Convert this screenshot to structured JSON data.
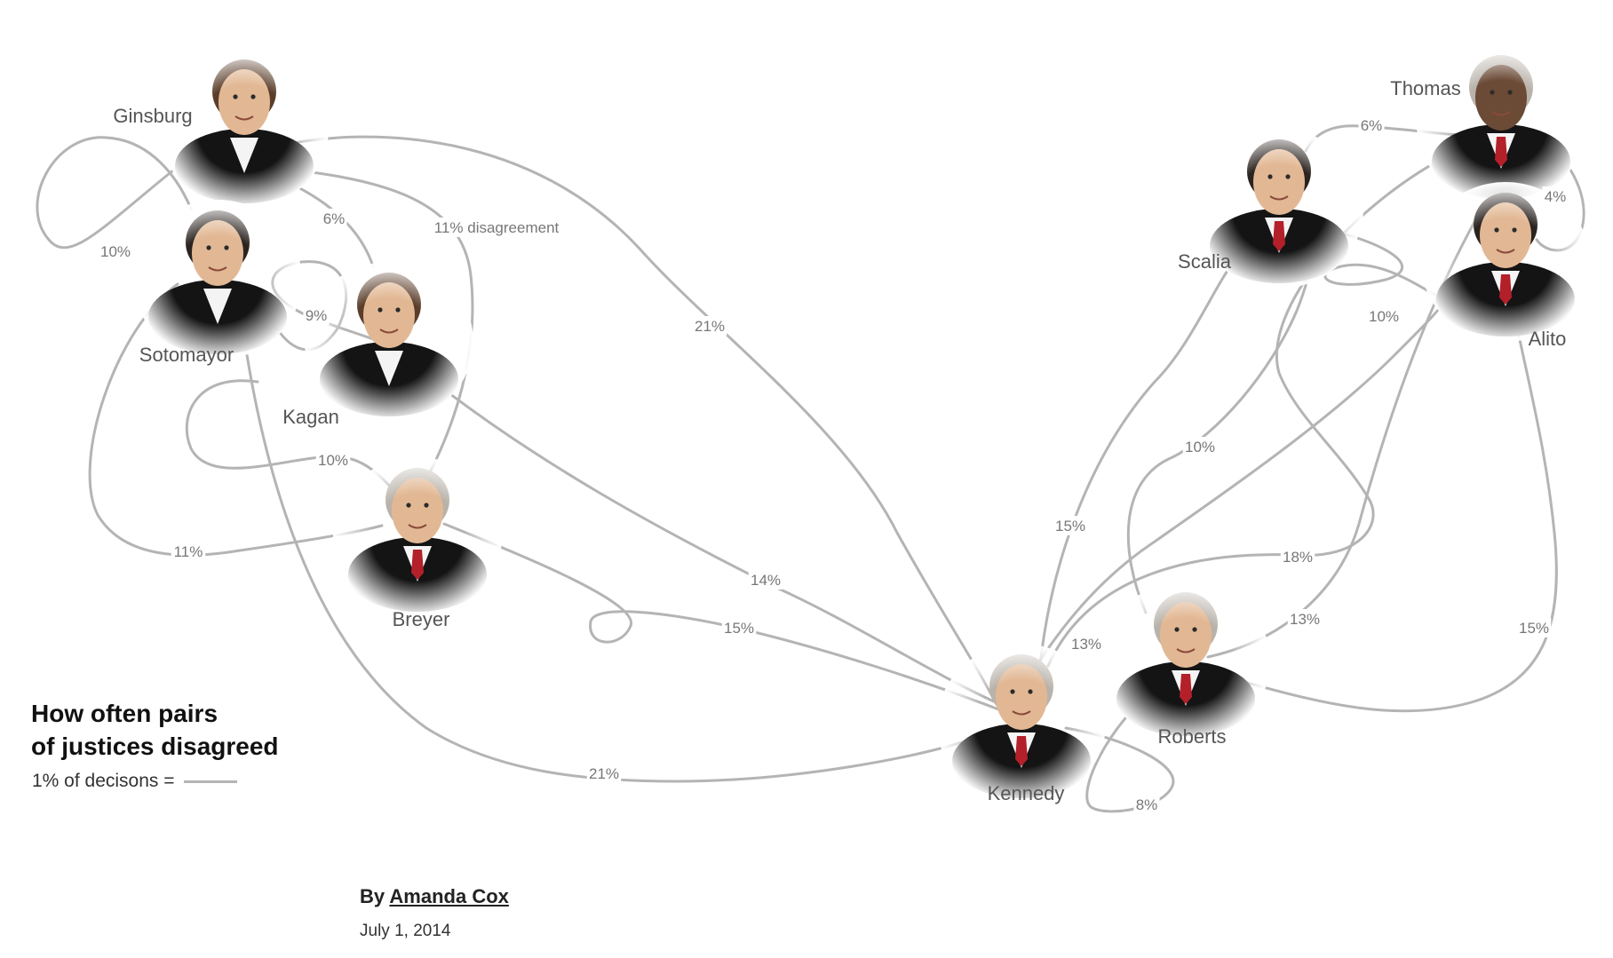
{
  "legend": {
    "title_line1": "How often pairs",
    "title_line2": "of justices disagreed",
    "scale": "1% of decisons ="
  },
  "byline": {
    "prefix": "By",
    "author": "Amanda Cox",
    "date": "July 1, 2014"
  },
  "justices": [
    {
      "id": "ginsburg",
      "name": "Ginsburg"
    },
    {
      "id": "sotomayor",
      "name": "Sotomayor"
    },
    {
      "id": "kagan",
      "name": "Kagan"
    },
    {
      "id": "breyer",
      "name": "Breyer"
    },
    {
      "id": "kennedy",
      "name": "Kennedy"
    },
    {
      "id": "roberts",
      "name": "Roberts"
    },
    {
      "id": "scalia",
      "name": "Scalia"
    },
    {
      "id": "thomas",
      "name": "Thomas"
    },
    {
      "id": "alito",
      "name": "Alito"
    }
  ],
  "chart_data": {
    "type": "network",
    "unit_note": "1% of decisons",
    "edges": [
      {
        "from": "ginsburg",
        "to": "sotomayor",
        "value": 10,
        "label": "10%"
      },
      {
        "from": "ginsburg",
        "to": "kagan",
        "value": 6,
        "label": "6%"
      },
      {
        "from": "ginsburg",
        "to": "breyer",
        "value": 11,
        "label": "11% disagreement"
      },
      {
        "from": "ginsburg",
        "to": "kennedy",
        "value": 21,
        "label": "21%"
      },
      {
        "from": "sotomayor",
        "to": "kagan",
        "value": 9,
        "label": "9%"
      },
      {
        "from": "sotomayor",
        "to": "breyer",
        "value": 11,
        "label": "11%"
      },
      {
        "from": "sotomayor",
        "to": "kennedy",
        "value": 21,
        "label": "21%"
      },
      {
        "from": "kagan",
        "to": "breyer",
        "value": 10,
        "label": "10%"
      },
      {
        "from": "kagan",
        "to": "kennedy",
        "value": 14,
        "label": "14%"
      },
      {
        "from": "breyer",
        "to": "kennedy",
        "value": 15,
        "label": "15%"
      },
      {
        "from": "kennedy",
        "to": "roberts",
        "value": 8,
        "label": "8%"
      },
      {
        "from": "kennedy",
        "to": "scalia",
        "value": 15,
        "label": "15%"
      },
      {
        "from": "kennedy",
        "to": "thomas",
        "value": 18,
        "label": "18%"
      },
      {
        "from": "kennedy",
        "to": "alito",
        "value": 13,
        "label": "13%"
      },
      {
        "from": "roberts",
        "to": "scalia",
        "value": 10,
        "label": "10%"
      },
      {
        "from": "roberts",
        "to": "thomas",
        "value": 13,
        "label": "13%"
      },
      {
        "from": "roberts",
        "to": "alito",
        "value": 15,
        "label": "15%"
      },
      {
        "from": "scalia",
        "to": "thomas",
        "value": 6,
        "label": "6%"
      },
      {
        "from": "scalia",
        "to": "alito",
        "value": 10,
        "label": "10%"
      },
      {
        "from": "thomas",
        "to": "alito",
        "value": 4,
        "label": "4%"
      }
    ]
  }
}
